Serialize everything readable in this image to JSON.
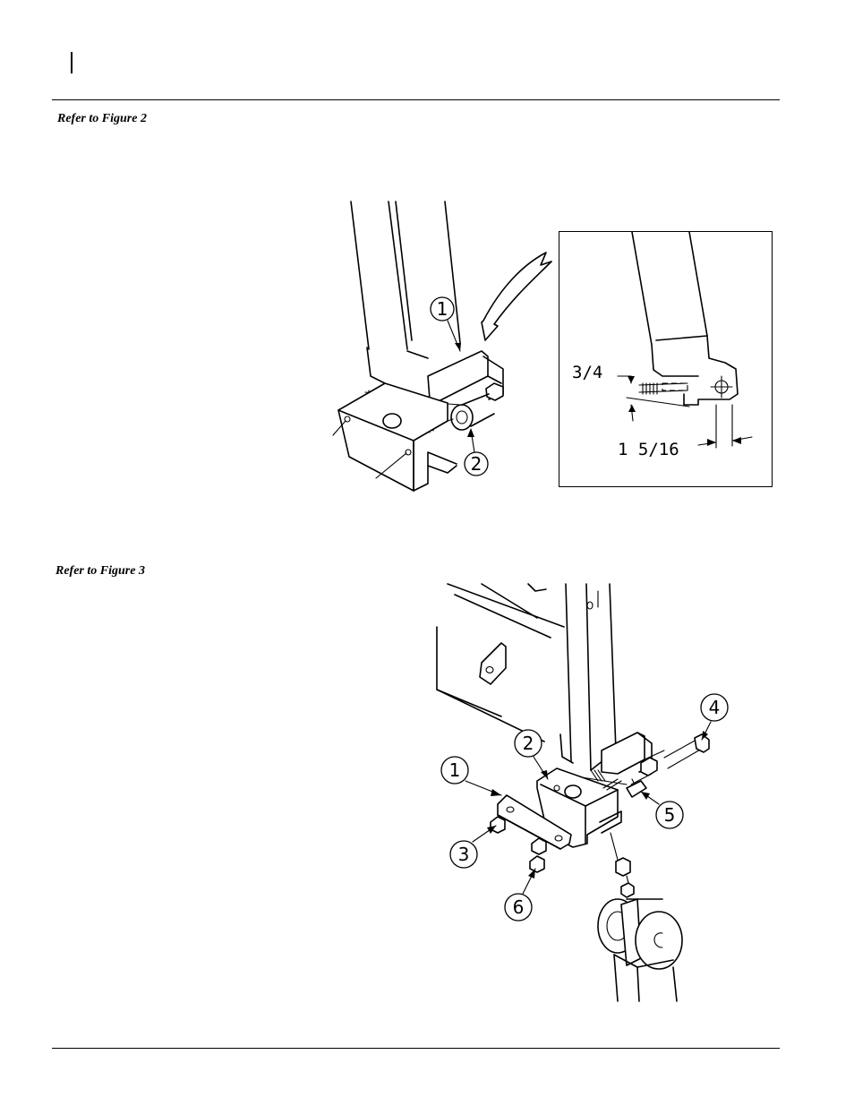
{
  "page": {
    "headings": {
      "figure2_ref": "Refer to Figure 2",
      "figure3_ref": "Refer to Figure 3"
    }
  },
  "figure2": {
    "callouts": [
      "1",
      "2"
    ],
    "detail": {
      "dim_vertical": "3/4",
      "dim_horizontal": "1 5/16"
    }
  },
  "figure3": {
    "callouts": [
      "1",
      "2",
      "3",
      "4",
      "5",
      "6"
    ]
  }
}
